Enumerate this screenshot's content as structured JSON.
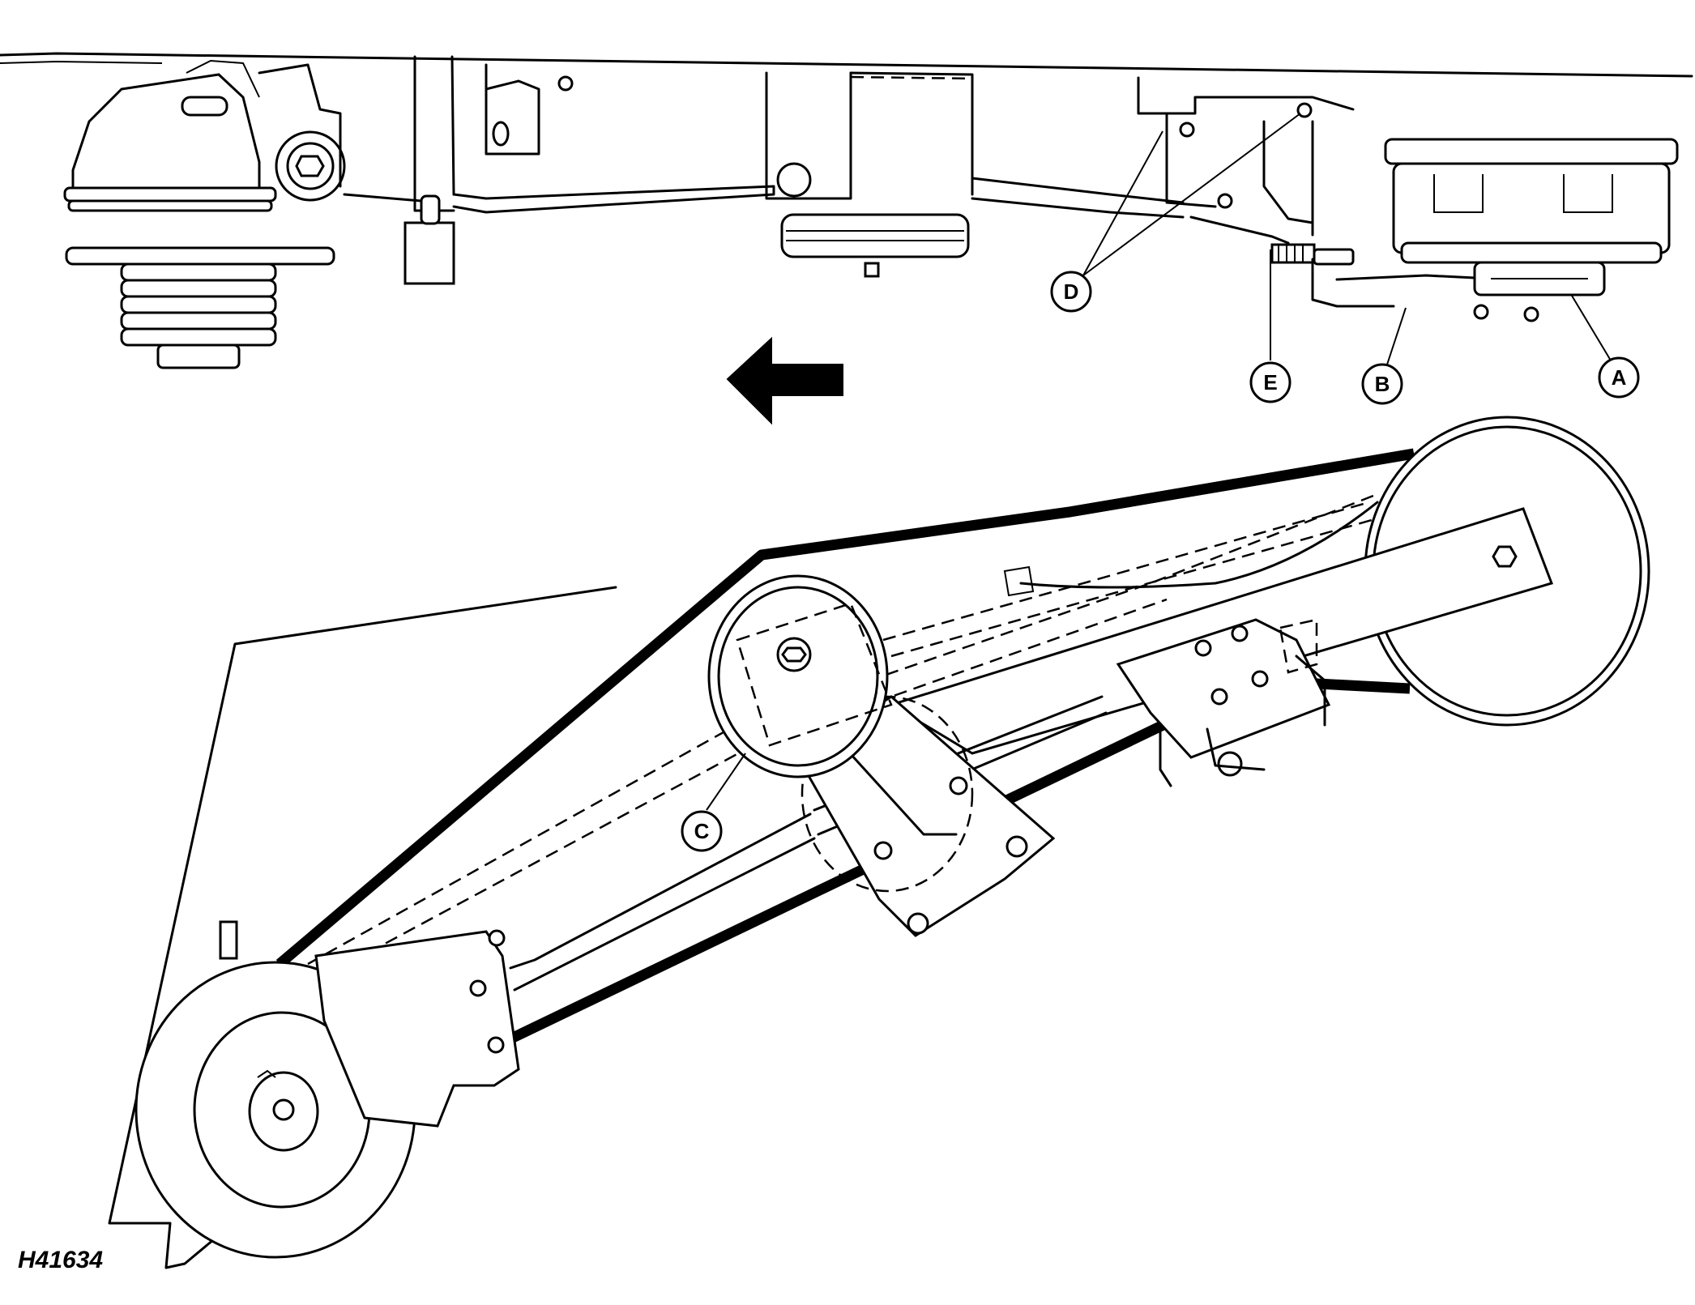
{
  "callouts": {
    "A": "A",
    "B": "B",
    "C": "C",
    "D": "D",
    "E": "E"
  },
  "figure_number": "H41634"
}
